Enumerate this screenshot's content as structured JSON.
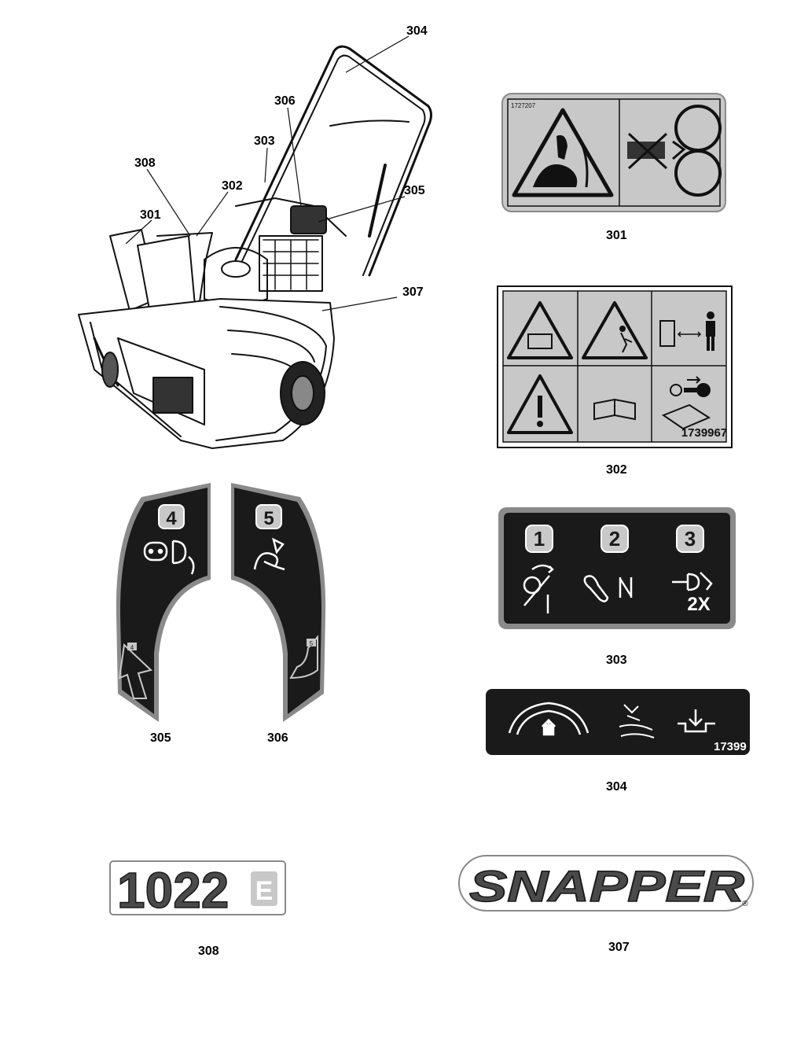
{
  "diagram": {
    "callouts": [
      "304",
      "306",
      "303",
      "308",
      "302",
      "305",
      "301",
      "307"
    ]
  },
  "decals": {
    "d301": {
      "label": "301",
      "part_no": "1727207"
    },
    "d302": {
      "label": "302",
      "part_no": "1739967"
    },
    "d303": {
      "label": "303",
      "steps": [
        "1",
        "2",
        "3"
      ],
      "note": "2X"
    },
    "d304": {
      "label": "304",
      "part_no": "17399"
    },
    "d305": {
      "label": "305",
      "step": "4",
      "small_step": "4"
    },
    "d306": {
      "label": "306",
      "step": "5",
      "small_step": "5"
    },
    "d307": {
      "label": "307",
      "brand": "SNAPPER",
      "mark": "®"
    },
    "d308": {
      "label": "308",
      "model": "1022",
      "suffix": "E"
    }
  },
  "colors": {
    "decal_black": "#1a1a1a",
    "decal_gray": "#c8c8c8",
    "border_gray": "#8a8a8a",
    "brand_gray": "#4a4a4a"
  }
}
